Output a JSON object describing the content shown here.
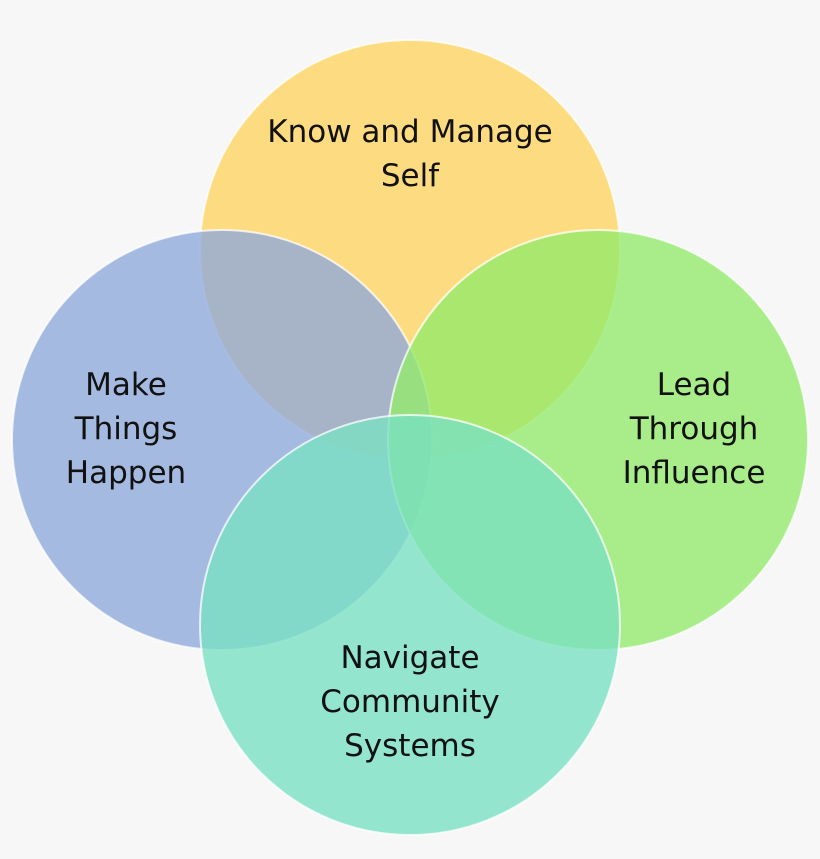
{
  "diagram": {
    "background": "#f7f7f7",
    "circles": [
      {
        "id": "top",
        "lines": [
          "Know and Manage",
          "Self"
        ],
        "color": "#ffd560"
      },
      {
        "id": "left",
        "lines": [
          "Make",
          "Things",
          "Happen"
        ],
        "color": "#8ea9db"
      },
      {
        "id": "right",
        "lines": [
          "Lead",
          "Through",
          "Influence"
        ],
        "color": "#92ea6a"
      },
      {
        "id": "bottom",
        "lines": [
          "Navigate",
          "Community",
          "Systems"
        ],
        "color": "#79e0c1"
      }
    ]
  }
}
